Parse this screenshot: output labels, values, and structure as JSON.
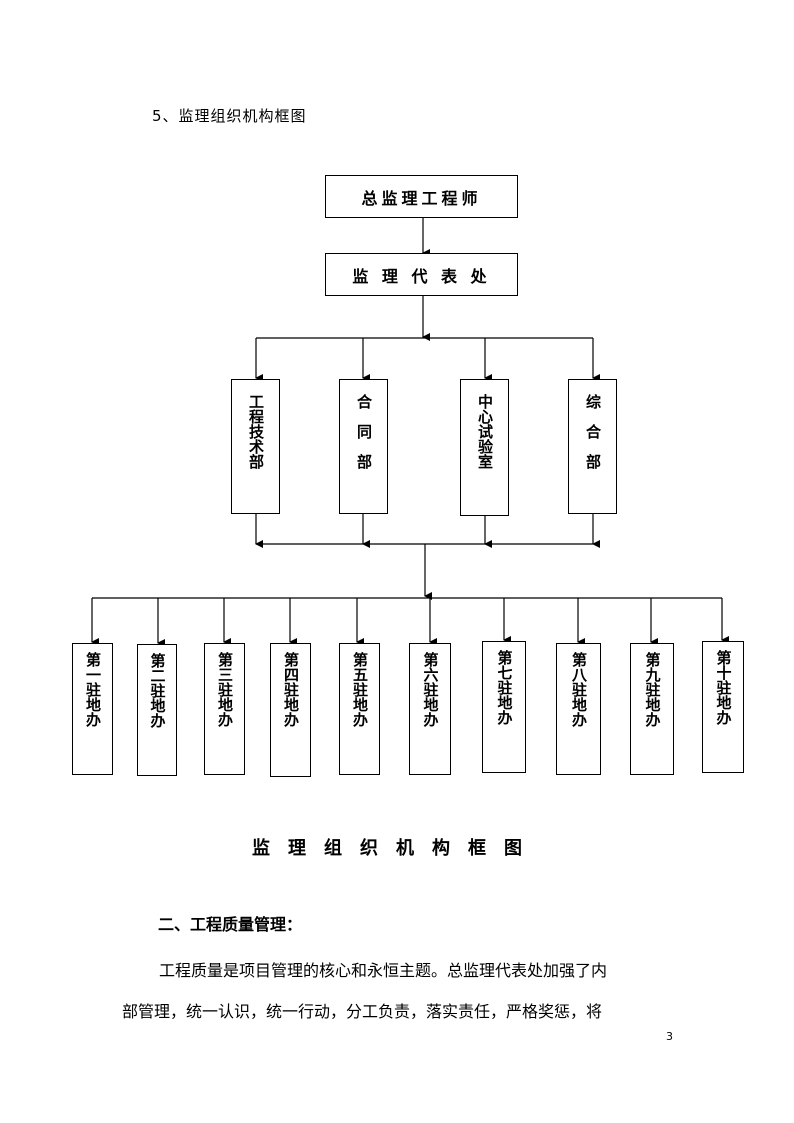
{
  "section_heading": "5、监理组织机构框图",
  "org": {
    "top": "总监理工程师",
    "second": "监 理 代 表 处",
    "departments": [
      "工程技术部",
      "合　同　部",
      "中心试验室",
      "综　合　部"
    ],
    "stations": [
      "第一驻地办",
      "第二驻地办",
      "第三驻地办",
      "第四驻地办",
      "第五驻地办",
      "第六驻地办",
      "第七驻地办",
      "第八驻地办",
      "第九驻地办",
      "第十驻地办"
    ]
  },
  "caption": "监理组织机构框图",
  "subheading": "二、工程质量管理：",
  "paragraph_lines": [
    "工程质量是项目管理的核心和永恒主题。总监理代表处加强了内",
    "部管理，统一认识，统一行动，分工负责，落实责任，严格奖惩，将"
  ],
  "page_number": "3"
}
